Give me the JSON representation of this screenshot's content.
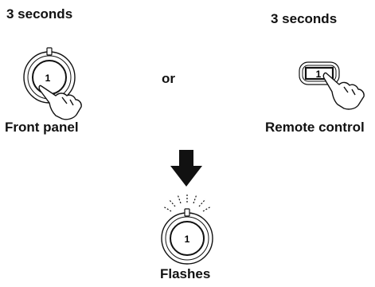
{
  "left": {
    "duration": "3 seconds",
    "caption": "Front panel",
    "knob_number": "1"
  },
  "connector": "or",
  "right": {
    "duration": "3 seconds",
    "caption": "Remote control",
    "key_number": "1"
  },
  "result": {
    "caption": "Flashes",
    "knob_number": "1"
  },
  "icons": {
    "down_arrow": "down-arrow-icon",
    "hand": "pointing-hand-icon",
    "flash": "flash-rays-icon"
  }
}
